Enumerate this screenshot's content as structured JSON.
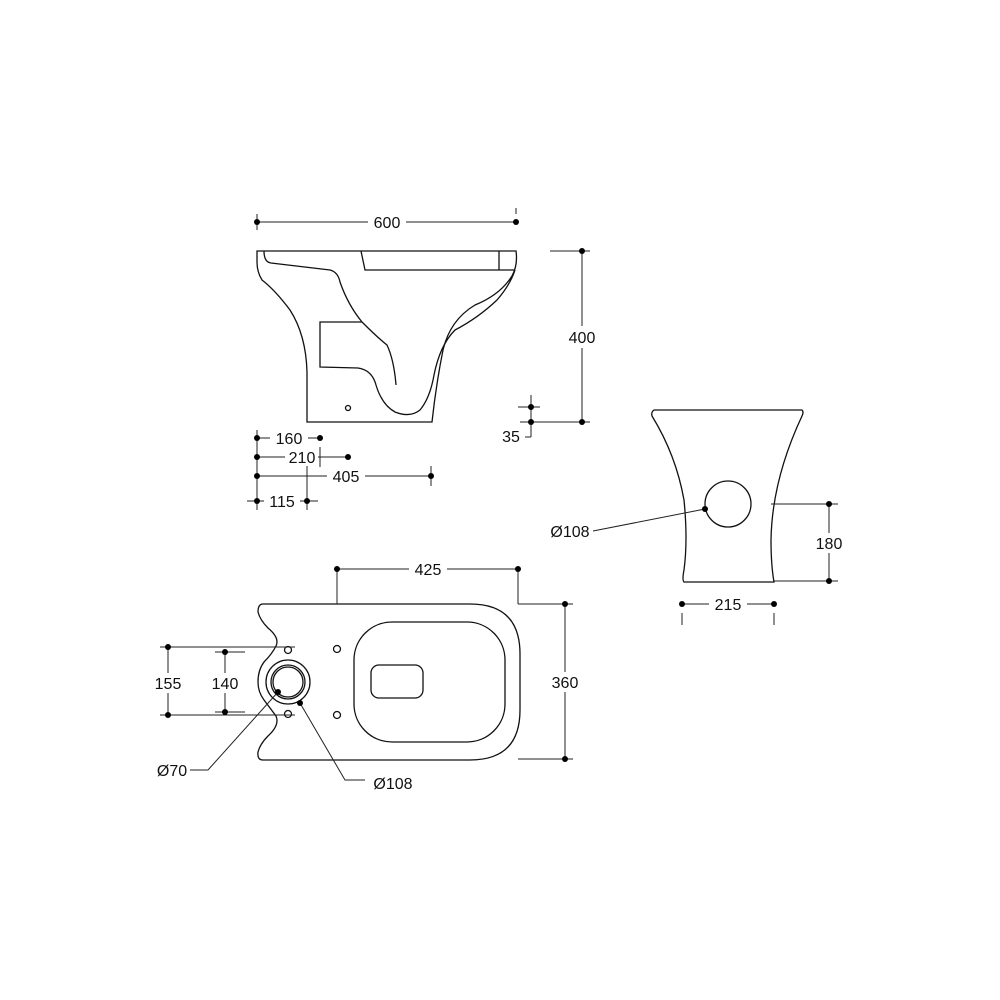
{
  "side_view": {
    "width": "600",
    "height": "400",
    "foot": "35",
    "d160": "160",
    "d210": "210",
    "d405": "405",
    "d115": "115"
  },
  "rear_view": {
    "outlet_diameter": "Ø108",
    "outlet_height": "180",
    "base_width": "215"
  },
  "plan_view": {
    "length": "425",
    "width": "360",
    "d155": "155",
    "d140": "140",
    "inner_diameter": "Ø70",
    "outer_diameter": "Ø108"
  },
  "colors": {
    "line": "#111111",
    "background": "#ffffff"
  }
}
